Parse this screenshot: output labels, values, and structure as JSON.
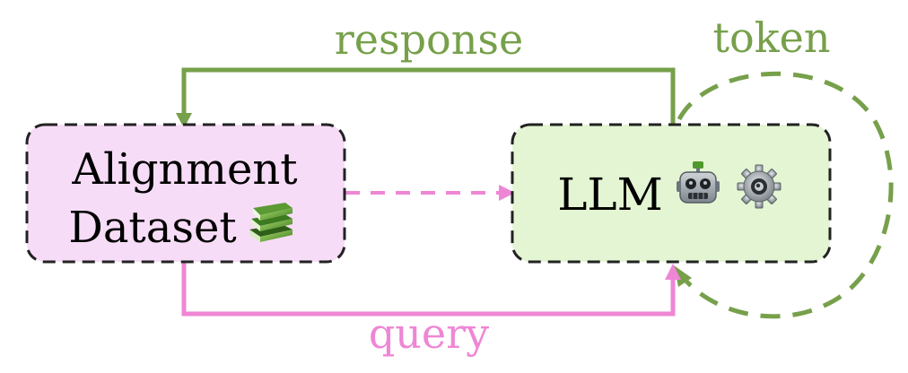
{
  "nodes": {
    "dataset": {
      "line1": "Alignment",
      "line2": "Dataset",
      "icon": "books-icon",
      "fill": "#f7dcf7"
    },
    "llm": {
      "label": "LLM",
      "icons": [
        "robot-icon",
        "gear-icon"
      ],
      "fill": "#e4f5d3"
    }
  },
  "edges": {
    "response": {
      "label": "response",
      "color": "#76a04a"
    },
    "token": {
      "label": "token",
      "color": "#76a04a"
    },
    "query": {
      "label": "query",
      "color": "#ef86d5"
    },
    "dashed_link": {
      "color": "#ef86d5"
    }
  },
  "colors": {
    "box_border": "#222222"
  }
}
